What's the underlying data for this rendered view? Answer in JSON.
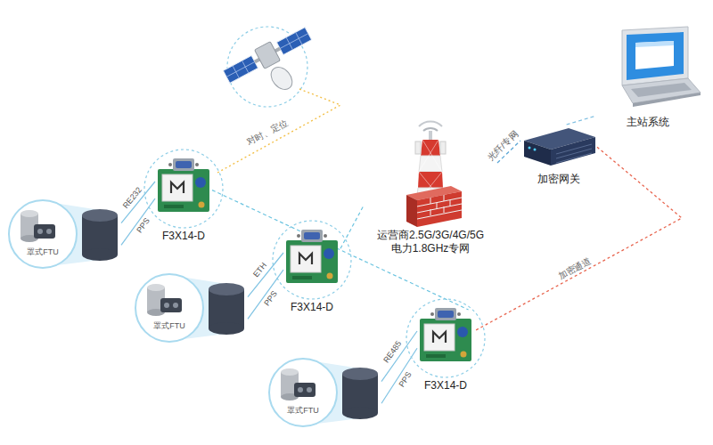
{
  "diagram": {
    "nodes": [
      {
        "text": [
          "罩式FTU"
        ]
      },
      {
        "text": [
          "F3X14-D"
        ]
      },
      {
        "text": [
          "罩式FTU"
        ]
      },
      {
        "text": [
          "F3X14-D"
        ]
      },
      {
        "text": [
          "罩式FTU"
        ]
      },
      {
        "text": [
          "F3X14-D"
        ]
      },
      {
        "text": [
          "运营商2.5G/3G/4G/5G 电力1.8GHz专网"
        ]
      },
      {
        "text": [
          "加密网关"
        ]
      },
      {
        "text": [
          "主站系统"
        ]
      }
    ],
    "edges": [
      {
        "from": 0,
        "to": 1,
        "arrow": "none",
        "label": "RE232"
      },
      {
        "from": 0,
        "to": 1,
        "arrow": "none",
        "label": "PPS"
      },
      {
        "from": 2,
        "to": 3,
        "arrow": "none",
        "label": "ETH"
      },
      {
        "from": 2,
        "to": 3,
        "arrow": "none",
        "label": "PPS"
      },
      {
        "from": 4,
        "to": 5,
        "arrow": "none",
        "label": "RE485"
      },
      {
        "from": 4,
        "to": 5,
        "arrow": "none",
        "label": "PPS"
      },
      {
        "from": 3,
        "to": 6,
        "arrow": "none"
      },
      {
        "from": 1,
        "to": 5,
        "arrow": "none"
      },
      {
        "from": 6,
        "to": 7,
        "arrow": "none",
        "label": "光纤/专网"
      },
      {
        "from": 7,
        "to": 8,
        "arrow": "none"
      },
      {
        "from": 7,
        "to": 5,
        "arrow": "none",
        "label": "加密通道"
      }
    ],
    "labels": [
      "对时、定位"
    ]
  }
}
